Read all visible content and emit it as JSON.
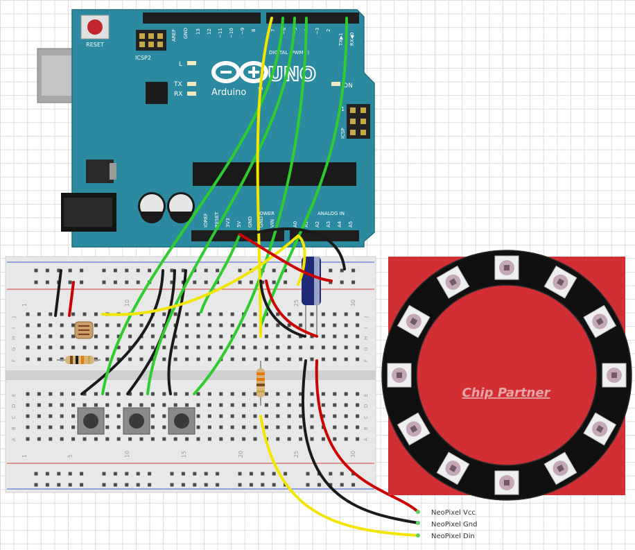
{
  "arduino": {
    "reset_label": "RESET",
    "icsp2_label": "ICSP2",
    "icsp_label": "ICSP",
    "icsp_pin1": "1",
    "aref": "AREF",
    "gnd": "GND",
    "d13": "13",
    "d12": "12",
    "d11": "~11",
    "d10": "~10",
    "d9": "~9",
    "d8": "8",
    "d7": "7",
    "d6": "~6",
    "d5": "~5",
    "d4": "4",
    "d3": "~3",
    "d2": "2",
    "tx1": "TX▶1",
    "rx0": "RX◀0",
    "digital_label": "DIGITAL (PWM~)",
    "led_l": "L",
    "led_tx": "TX",
    "led_rx": "RX",
    "led_on": "ON",
    "logo_text": "Arduino",
    "logo_tm": "TM",
    "uno_text": "UNO",
    "power_label": "POWER",
    "analog_label": "ANALOG IN",
    "p_ioref": "IOREF",
    "p_reset": "RESET",
    "p_3v3": "3V3",
    "p_5v": "5V",
    "p_gnd1": "GND",
    "p_gnd2": "GND",
    "p_vin": "VIN",
    "a0": "A0",
    "a1": "A1",
    "a2": "A2",
    "a3": "A3",
    "a4": "A4",
    "a5": "A5"
  },
  "breadboard": {
    "columns_top": [
      "1",
      "10",
      "25",
      "30"
    ],
    "columns_bottom": [
      "1",
      "5",
      "10",
      "15",
      "20",
      "25",
      "30"
    ],
    "rows_top": [
      "J",
      "I",
      "H",
      "G",
      "F"
    ],
    "rows_bottom": [
      "E",
      "D",
      "C",
      "B",
      "A"
    ]
  },
  "neopixel": {
    "watermark": "Chip Partner",
    "led_count": 12
  },
  "callouts": {
    "vcc": "NeoPixel Vcc",
    "gnd": "NeoPixel Gnd",
    "din": "NeoPixel Din"
  },
  "colors": {
    "board": "#2c8aa0",
    "wire_red": "#cc0000",
    "wire_black": "#1a1a1a",
    "wire_yellow": "#f2e600",
    "wire_green": "#2ecc2e",
    "ring_background": "#d22f35",
    "ring_pcb": "#101010"
  }
}
